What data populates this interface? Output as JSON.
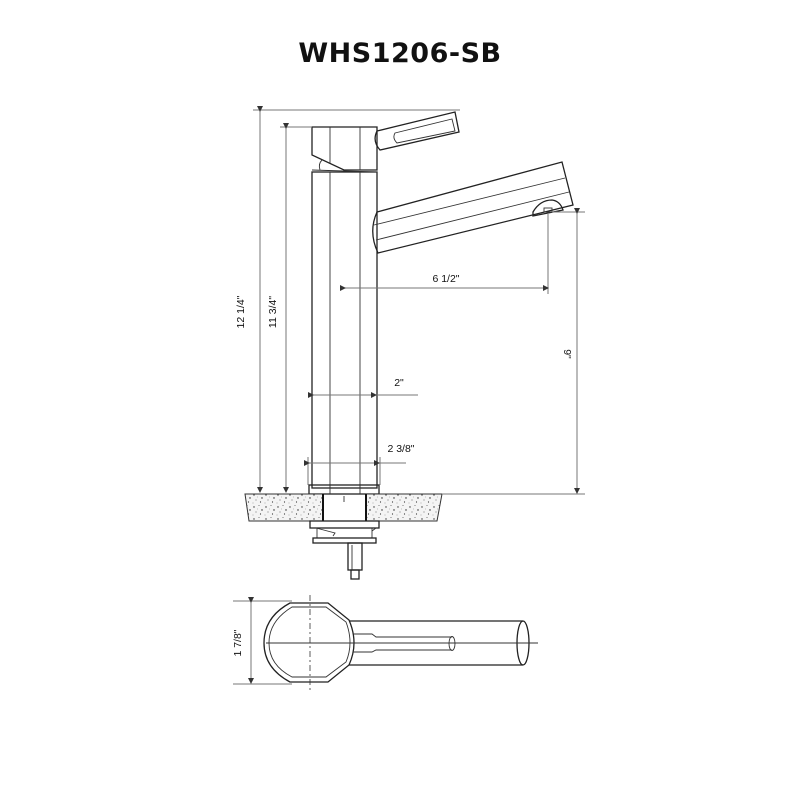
{
  "title": "WHS1206-SB",
  "dimensions": {
    "overall_height": "12 1/4\"",
    "body_height": "11 3/4\"",
    "spout_reach": "6 1/2\"",
    "spout_height": "9\"",
    "body_diameter": "2\"",
    "base_diameter": "2 3/8\"",
    "top_view_width": "1 7/8\""
  },
  "colors": {
    "line": "#222222",
    "dimension_line": "#777777",
    "countertop_fill": "#eeeeee"
  }
}
